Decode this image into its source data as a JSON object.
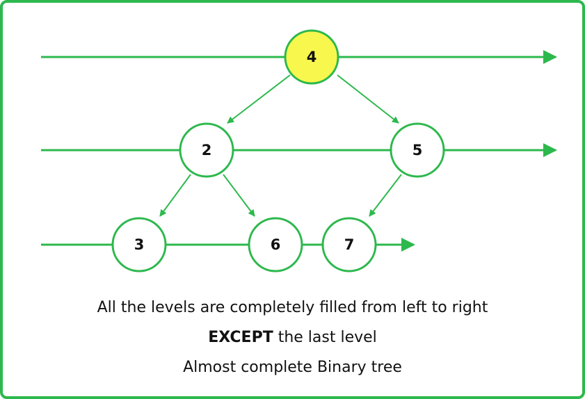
{
  "colors": {
    "line": "#2db84d",
    "node_border": "#2db84d",
    "node_fill": "#ffffff",
    "root_fill": "#f7f74d",
    "text": "#111111"
  },
  "nodes": {
    "n4": "4",
    "n2": "2",
    "n5": "5",
    "n3": "3",
    "n6": "6",
    "n7": "7"
  },
  "captions": {
    "line1": "All the levels are completely filled from left to right",
    "line2_bold": "EXCEPT",
    "line2_rest": " the last level",
    "line3": "Almost complete Binary tree"
  }
}
